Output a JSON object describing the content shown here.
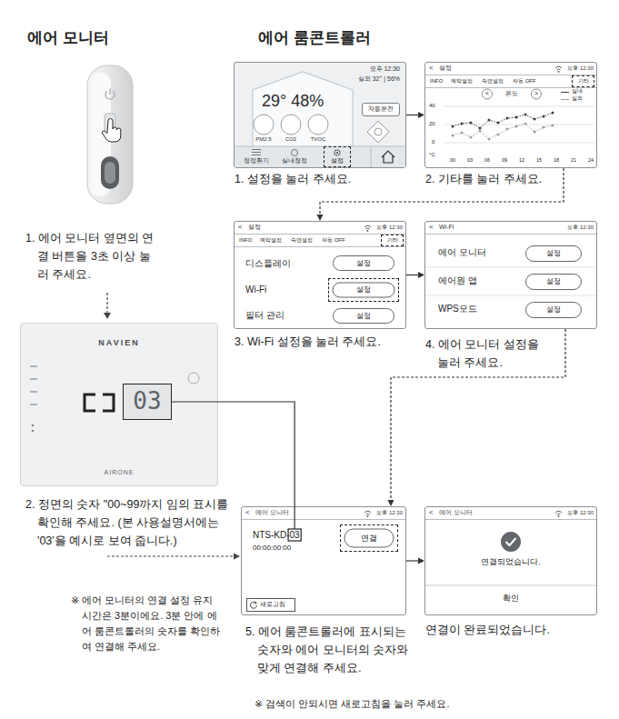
{
  "diagram": {
    "nodes": [
      {
        "text": [
          "NAVIEN",
          "AIRONE"
        ]
      },
      {
        "text": [
          "03"
        ],
        "in": 0
      },
      {
        "text": [
          "오후 12:30",
          "실외 32° | 56%",
          "29° 48%",
          "PM2.5",
          "CO2",
          "TVOC",
          "청정환기",
          "실내청정"
        ]
      },
      {
        "text": [
          "자동운전"
        ],
        "in": 2
      },
      {
        "text": [
          "설정"
        ],
        "in": 2
      },
      {
        "text": [
          "<",
          "설정",
          "오후 12:30",
          "INFO",
          "예약설정",
          "숙면설정",
          "자동 OFF",
          "<",
          "온도",
          ">",
          "40",
          "20",
          "0",
          "°C",
          "00",
          "03",
          "06",
          "09",
          "12",
          "15",
          "18",
          "21",
          "24"
        ]
      },
      {
        "text": [
          "기타"
        ],
        "in": 5
      },
      {
        "text": [
          "<",
          "설정",
          "오후 12:30",
          "INFO",
          "예약설정",
          "숙면설정",
          "자동 OFF",
          "디스플레이",
          "Wi-Fi",
          "필터 관리"
        ]
      },
      {
        "text": [
          "기타"
        ],
        "in": 7
      },
      {
        "text": [
          "설정"
        ],
        "in": 7
      },
      {
        "text": [
          "설정"
        ],
        "in": 7
      },
      {
        "text": [
          "설정"
        ],
        "in": 7
      },
      {
        "text": [
          "<",
          "Wi-Fi",
          "오후 12:30",
          "에어 모니터",
          "에어원 앱",
          "WPS모드"
        ]
      },
      {
        "text": [
          "설정"
        ],
        "in": 12
      },
      {
        "text": [
          "설정"
        ],
        "in": 12
      },
      {
        "text": [
          "설정"
        ],
        "in": 12
      },
      {
        "text": [
          "<",
          "에어 모니터",
          "오후 12:30",
          "NTS-KD-03",
          "00:00:00:00"
        ]
      },
      {
        "text": [
          "연결"
        ],
        "in": 16
      },
      {
        "text": [
          "새로고침"
        ],
        "in": 16
      },
      {
        "text": [
          "<",
          "에어 모니터",
          "오후 12:30",
          "연결되었습니다.",
          "확인"
        ]
      }
    ],
    "edges": [
      {
        "from": 1,
        "to": 16,
        "arrow": "none"
      },
      {
        "from": 2,
        "to": 5,
        "arrow": "to"
      },
      {
        "from": 5,
        "to": 7,
        "arrow": "to"
      },
      {
        "from": 7,
        "to": 12,
        "arrow": "to"
      },
      {
        "from": 12,
        "to": 16,
        "arrow": "to"
      },
      {
        "from": 16,
        "to": 19,
        "arrow": "to"
      }
    ],
    "labels": [
      "에어 모니터",
      "에어 룸콘트롤러",
      "1. 에어 모니터 옆면의 연결 버튼을 3초 이상 눌러 주세요.",
      "2. 정면의 숫자 \"00~99까지 임의 표시를 확인해 주세요. (본 사용설명서에는 '03'을 예시로 보여 줍니다.)",
      "※ 에어 모니터의 연결 설정 유지시간은 3분이에요. 3분 안에 에어 룸콘트롤러의 숫자를 확인하여 연결해 주세요.",
      "1. 설정을 눌러 주세요.",
      "2. 기타를 눌러 주세요.",
      "3. Wi-Fi 설정을 눌러 주세요.",
      "4. 에어 모니터 설정을 눌러 주세요.",
      "5. 에어 룸콘트롤러에 표시되는 숫자와 에어 모니터의 숫자와 맞게 연결해 주세요.",
      "※ 검색이 안되시면 새로고침을 눌러 주세요.",
      "연결이 완료되었습니다."
    ],
    "legend": [
      {
        "text": "실내"
      },
      {
        "text": "실외"
      }
    ]
  }
}
